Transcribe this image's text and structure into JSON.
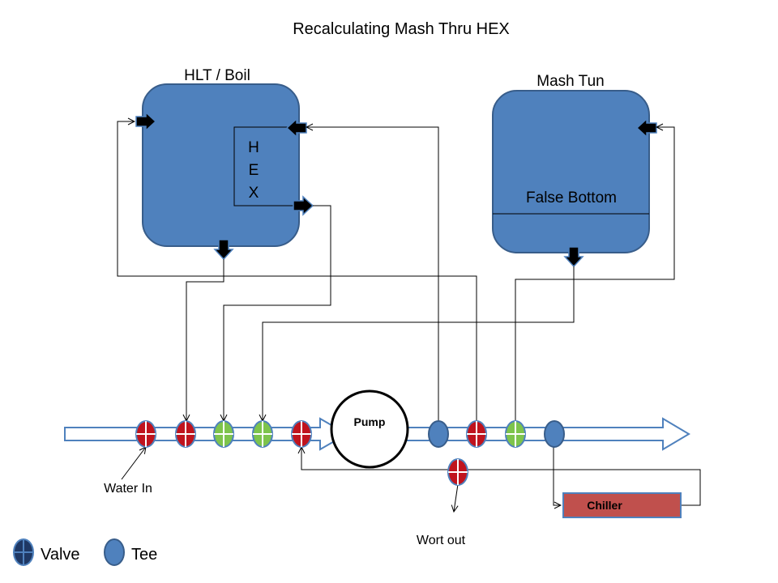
{
  "diagram": {
    "title": "Recalculating Mash Thru HEX",
    "hlt_label": "HLT / Boil",
    "mash_tun_label": "Mash Tun",
    "hex_letters": [
      "H",
      "E",
      "X"
    ],
    "false_bottom_label": "False Bottom",
    "pump_label": "Pump",
    "chiller_label": "Chiller",
    "water_in_label": "Water In",
    "wort_out_label": "Wort out",
    "legend": {
      "valve_label": "Valve",
      "tee_label": "Tee"
    }
  },
  "colors": {
    "tank_fill": "#4f81bd",
    "tank_stroke": "#385d8a",
    "valve_closed": "#c0141e",
    "valve_open": "#7ec44c",
    "tee_fill": "#4f81bd",
    "legend_valve": "#1f3864",
    "chiller_fill": "#c0504d",
    "port_arrow": "#000000",
    "pipe_arrow_stroke": "#4f81bd"
  },
  "icons": {
    "valve_symbol": "circle-with-cross",
    "tee_symbol": "ellipse",
    "port_symbol": "block-arrow"
  }
}
